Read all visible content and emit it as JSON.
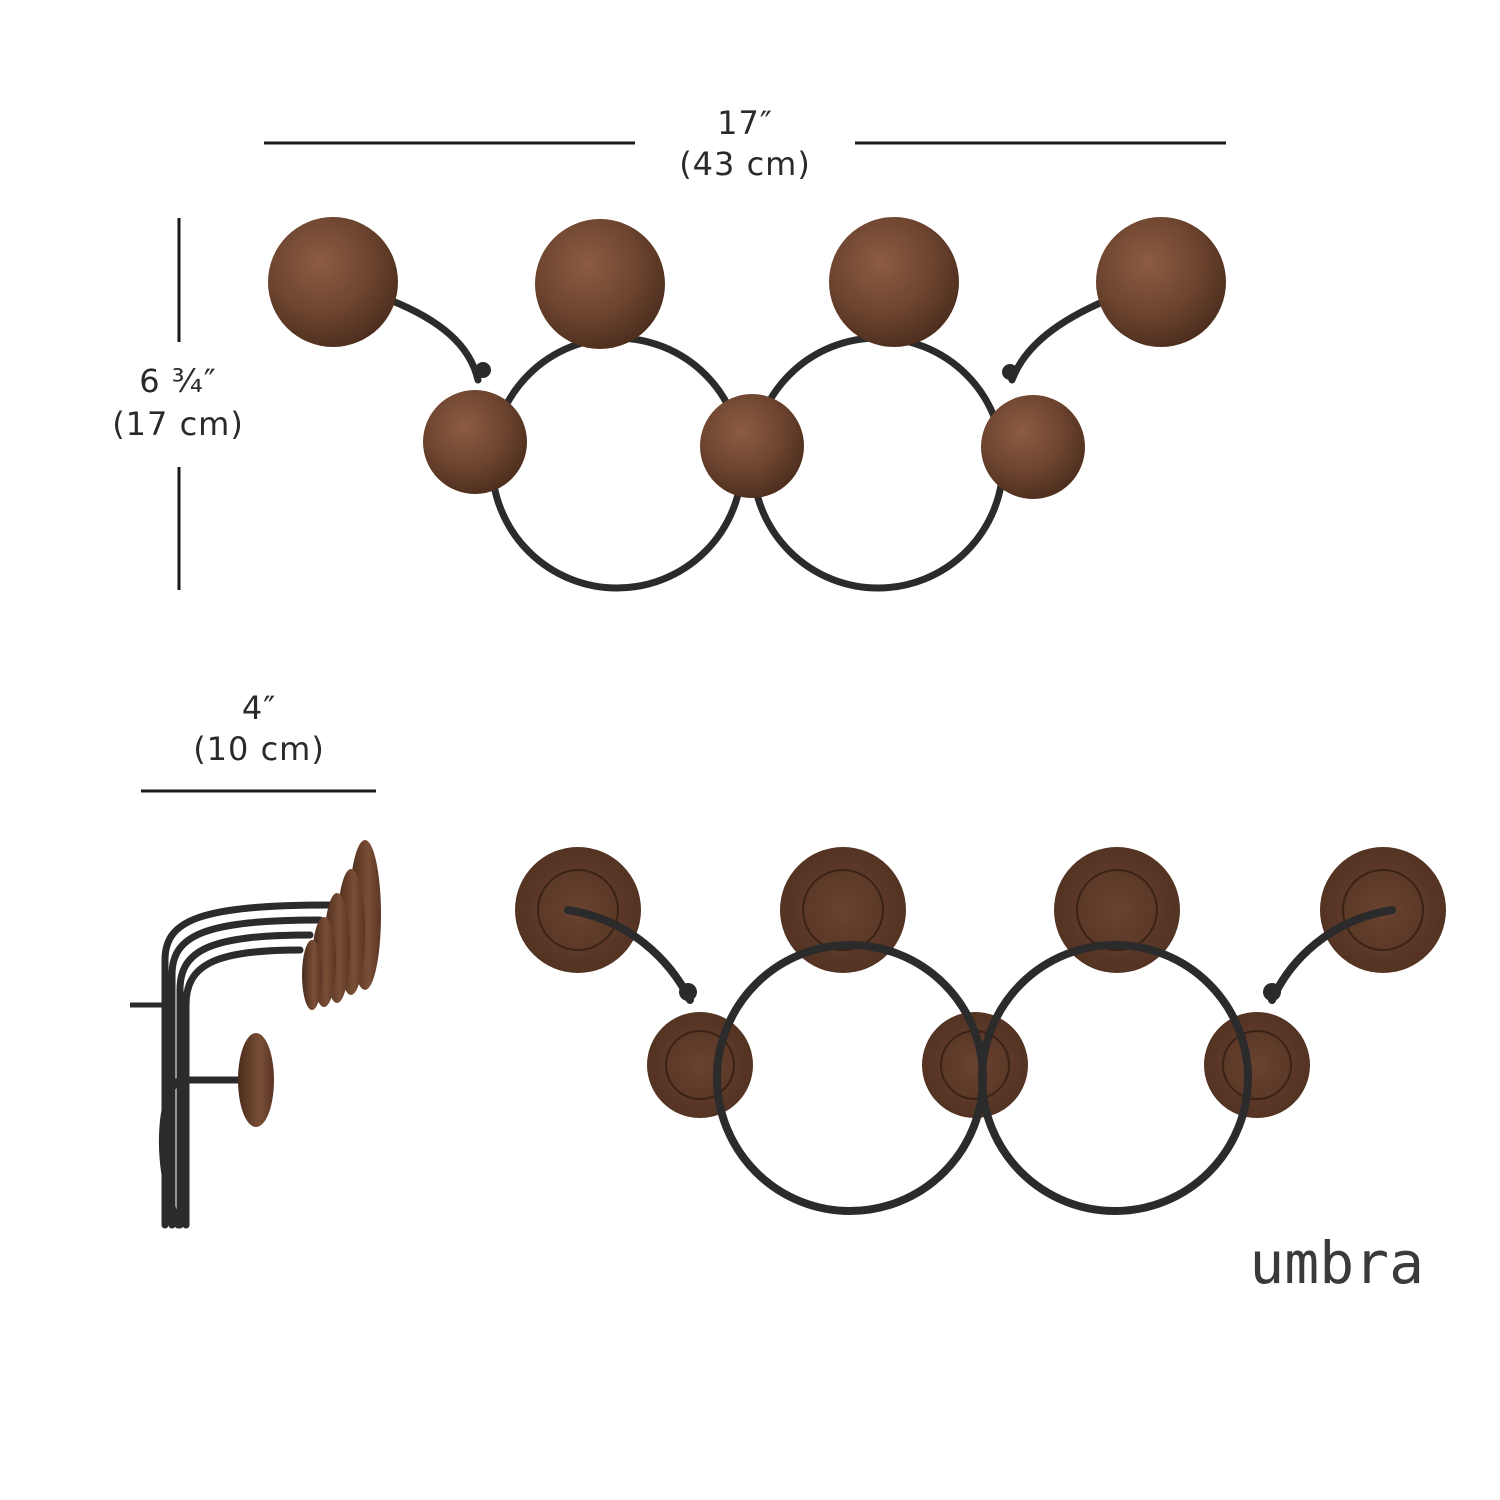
{
  "dimensions": {
    "width": {
      "imperial": "17″",
      "metric": "(43 cm)"
    },
    "height": {
      "imperial": "6 ¾″",
      "metric": "(17 cm)"
    },
    "depth": {
      "imperial": "4″",
      "metric": "(10 cm)"
    }
  },
  "brand": {
    "logo_text": "umbra"
  },
  "colors": {
    "wood": "#6e4530",
    "wood_dark": "#4a2c1c",
    "wood_light": "#8a5a40",
    "metal": "#2b2b2b",
    "dimension_line": "#1a1a1a",
    "background": "#ffffff"
  },
  "views": {
    "front": "front-view",
    "side": "side-view",
    "back": "back-view"
  }
}
